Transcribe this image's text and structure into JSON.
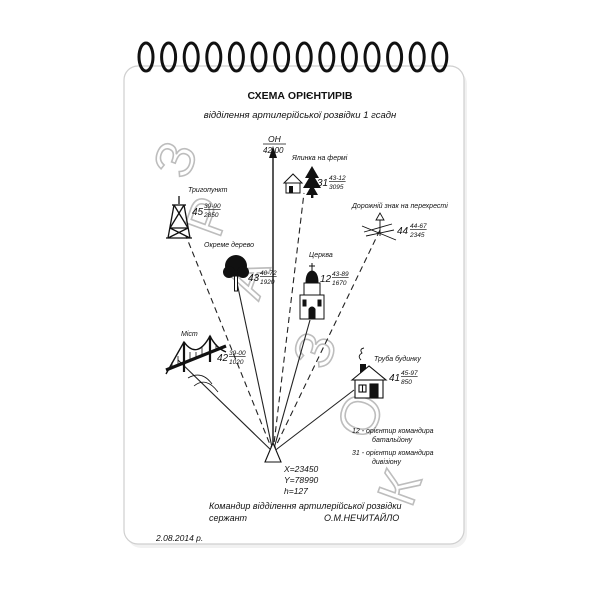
{
  "title": "СХЕМА ОРІЄНТИРІВ",
  "subtitle": "відділення артилерійської розвідки 1 гсадн",
  "north": {
    "label": "ОН",
    "value": "42-00"
  },
  "landmarks": [
    {
      "num": "31",
      "name": "Ялинка на фермі",
      "az": "43-12",
      "dist": "3095",
      "icon": "farm-tree-icon"
    },
    {
      "num": "45",
      "name": "Тригопункт",
      "az": "39-90",
      "dist": "2850",
      "icon": "trig-tower-icon"
    },
    {
      "num": "44",
      "name": "Дорожній знак на перехресті",
      "az": "44-67",
      "dist": "2345",
      "icon": "road-sign-icon"
    },
    {
      "num": "43",
      "name": "Окреме дерево",
      "az": "40-72",
      "dist": "1920",
      "icon": "tree-icon"
    },
    {
      "num": "12",
      "name": "Церква",
      "az": "43-89",
      "dist": "1670",
      "icon": "church-icon"
    },
    {
      "num": "42",
      "name": "Міст",
      "az": "39-00",
      "dist": "1020",
      "icon": "bridge-icon"
    },
    {
      "num": "41",
      "name": "Труба будинку",
      "az": "45-97",
      "dist": "850",
      "icon": "house-chimney-icon"
    }
  ],
  "legend": {
    "line1": "12 - орієнтир командира",
    "line2": "батальйону",
    "line3": "31 - орієнтир командира",
    "line4": "дивізіону"
  },
  "observer": {
    "x": "X=23450",
    "y": "Y=78990",
    "h": "h=127"
  },
  "signature": {
    "role": "Командир відділення артилерійської розвідки",
    "rank": "сержант",
    "name": "О.М.НЕЧИТАЙЛО"
  },
  "date": "2.08.2014 р.",
  "watermark": [
    "З",
    "Р",
    "А",
    "З",
    "О",
    "К"
  ]
}
